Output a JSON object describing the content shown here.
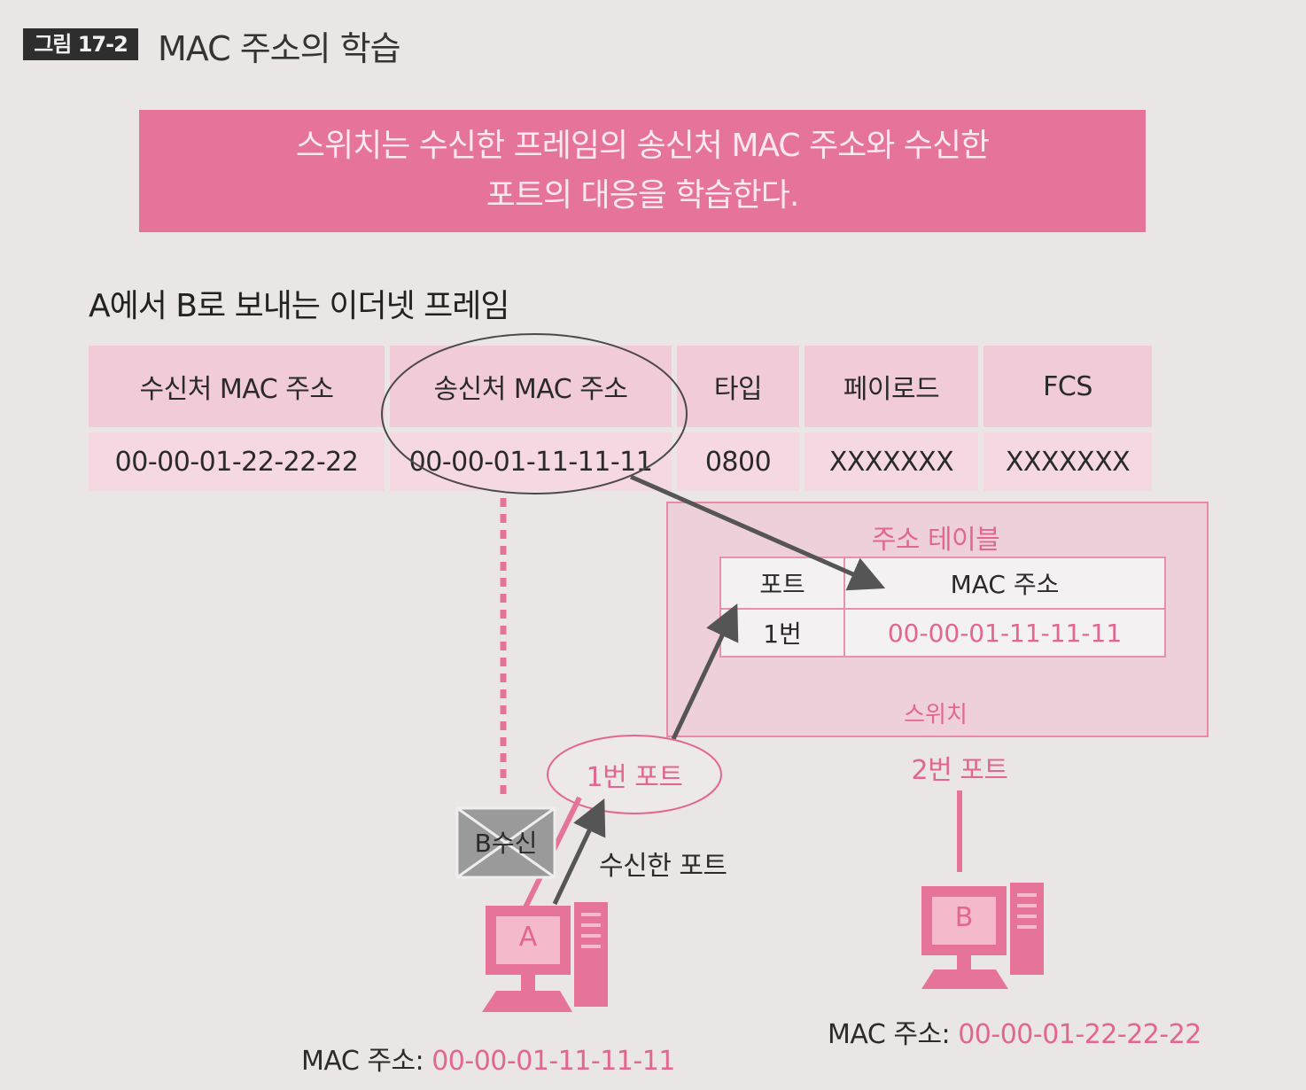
{
  "figure": {
    "tag": "그림 17-2",
    "title": "MAC 주소의 학습"
  },
  "banner": {
    "line1": "스위치는 수신한 프레임의 송신처 MAC 주소와 수신한",
    "line2": "포트의 대응을 학습한다."
  },
  "frame": {
    "title": "A에서 B로 보내는 이더넷 프레임",
    "headers": [
      "수신처 MAC 주소",
      "송신처 MAC 주소",
      "타입",
      "페이로드",
      "FCS"
    ],
    "values": [
      "00-00-01-22-22-22",
      "00-00-01-11-11-11",
      "0800",
      "XXXXXXX",
      "XXXXXXX"
    ]
  },
  "switch": {
    "table_title": "주소 테이블",
    "table_headers": [
      "포트",
      "MAC 주소"
    ],
    "table_row": [
      "1번",
      "00-00-01-11-11-11"
    ],
    "label": "스위치",
    "port1": "1번 포트",
    "port2": "2번 포트"
  },
  "receive_label": "수신한 포트",
  "envelope_label": "B수신",
  "hosts": {
    "a": {
      "name": "A",
      "mac_label": "MAC 주소:",
      "mac": "00-00-01-11-11-11"
    },
    "b": {
      "name": "B",
      "mac_label": "MAC 주소:",
      "mac": "00-00-01-22-22-22"
    }
  },
  "colors": {
    "pink": "#e6749a",
    "pink_light": "#f1cbd7",
    "gray_arrow": "#555555"
  }
}
